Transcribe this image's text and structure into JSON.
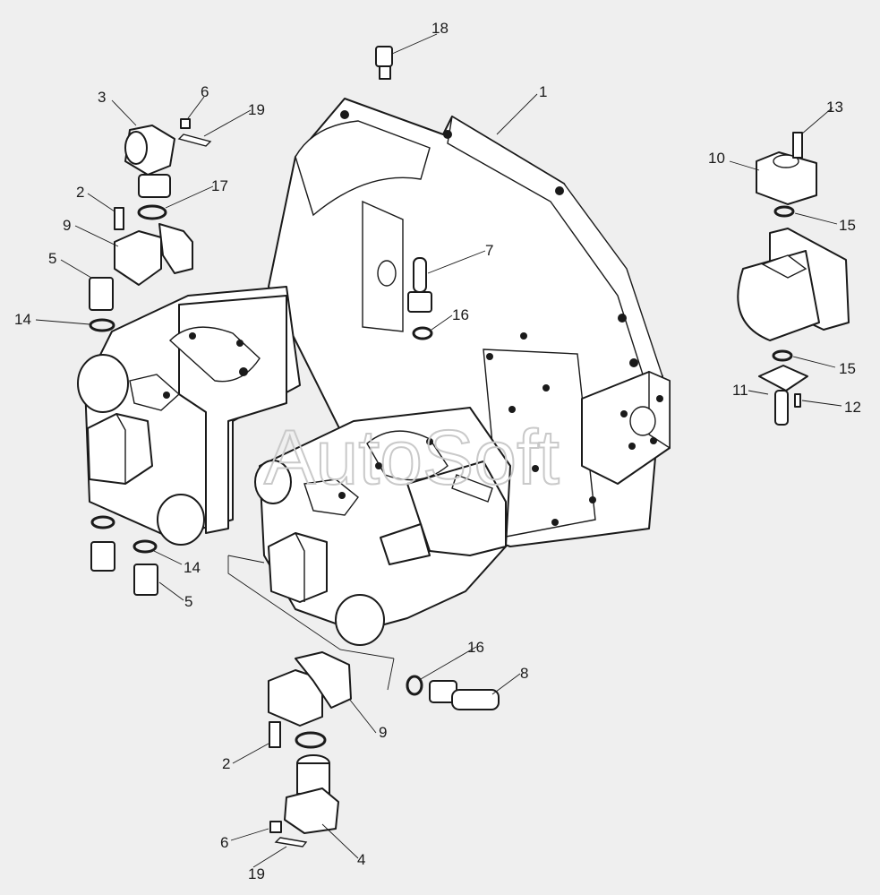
{
  "watermark": "AutoSoft",
  "callouts": [
    "1",
    "2",
    "3",
    "4",
    "5",
    "6",
    "7",
    "8",
    "9",
    "10",
    "11",
    "12",
    "13",
    "14",
    "15",
    "16",
    "17",
    "18",
    "19"
  ],
  "colors": {
    "background": "#efefef",
    "ink": "#1a1a1a",
    "watermark": "#c9c9c9"
  }
}
